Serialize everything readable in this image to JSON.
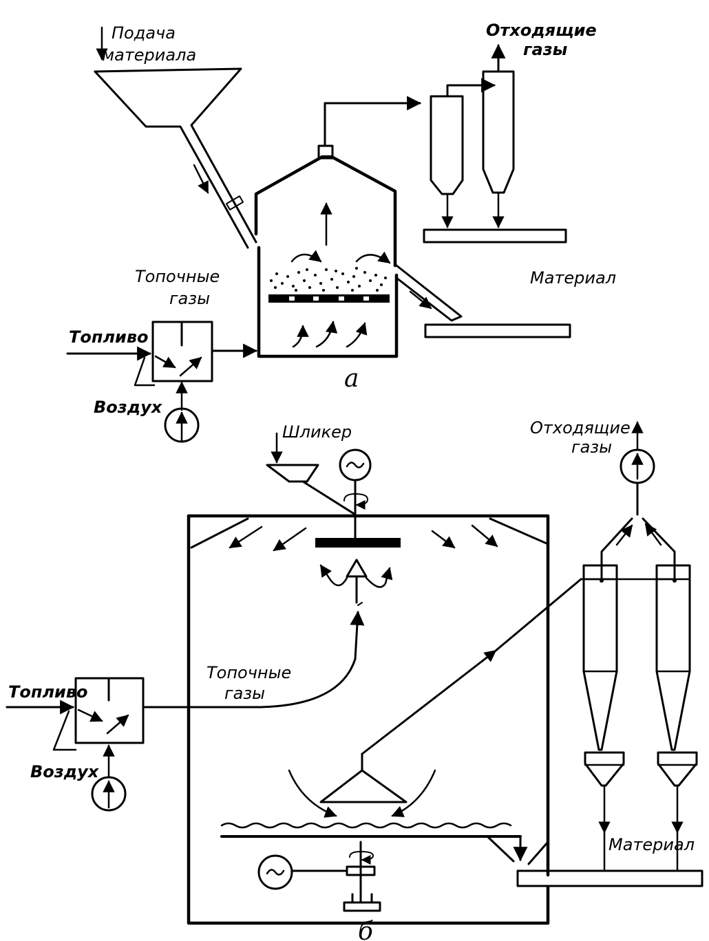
{
  "diagram_a": {
    "caption": "а",
    "labels": {
      "material_feed_line1": "Подача",
      "material_feed_line2": "материала",
      "exhaust_gases_line1": "Отходящие",
      "exhaust_gases_line2": "газы",
      "furnace_gases_line1": "Топочные",
      "furnace_gases_line2": "газы",
      "fuel": "Топливо",
      "air": "Воздух",
      "material": "Материал"
    }
  },
  "diagram_b": {
    "caption": "б",
    "labels": {
      "slip": "Шликер",
      "exhaust_gases_line1": "Отходящие",
      "exhaust_gases_line2": "газы",
      "furnace_gases_line1": "Топочные",
      "furnace_gases_line2": "газы",
      "fuel": "Топливо",
      "air": "Воздух",
      "material": "Материал"
    }
  },
  "icons": {
    "motor": "tilde-in-circle-icon",
    "fan": "arrow-in-circle-icon",
    "conveyor": "zigzag-screw-conveyor"
  }
}
